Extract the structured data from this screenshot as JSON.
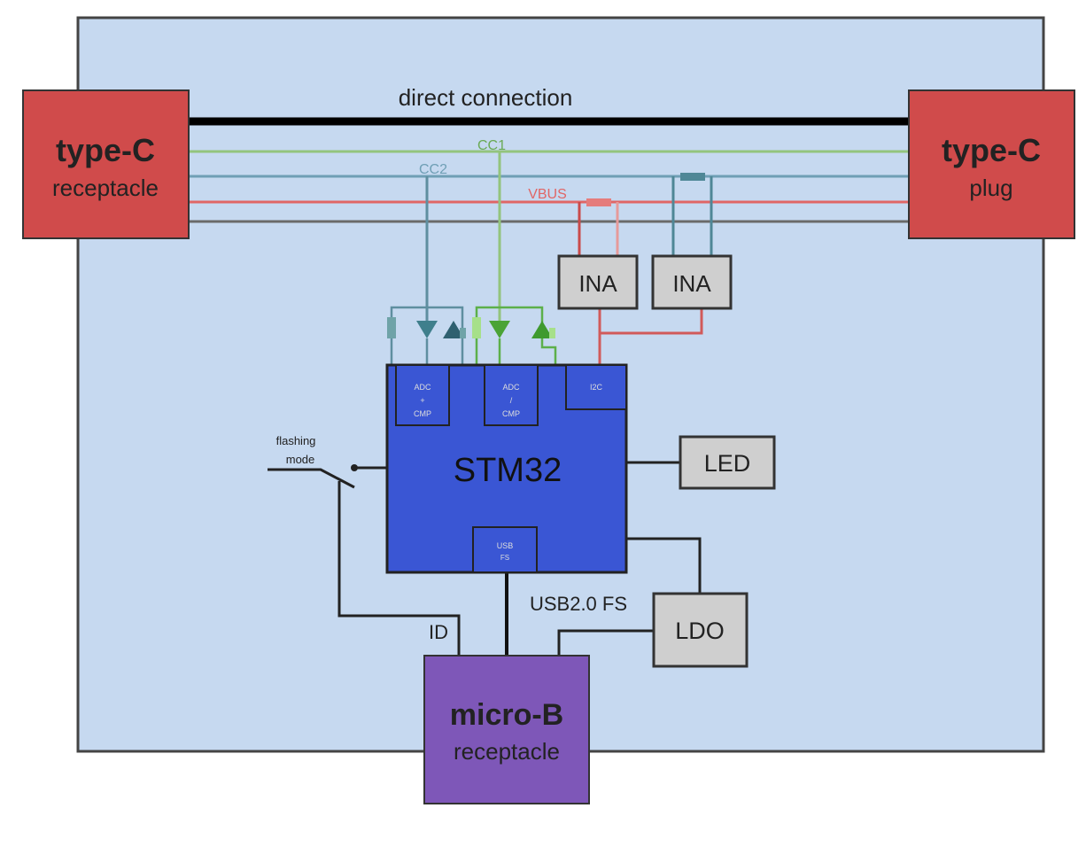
{
  "labels": {
    "direct_connection": "direct connection",
    "cc1": "CC1",
    "cc2": "CC2",
    "vbus": "VBUS",
    "usb": "USB2.0 FS",
    "id": "ID",
    "flashing_line1": "flashing",
    "flashing_line2": "mode"
  },
  "blocks": {
    "typec_receptacle": {
      "title": "type-C",
      "subtitle": "receptacle"
    },
    "typec_plug": {
      "title": "type-C",
      "subtitle": "plug"
    },
    "stm32": {
      "title": "STM32"
    },
    "microb": {
      "title": "micro-B",
      "subtitle": "receptacle"
    },
    "ina1": {
      "title": "INA"
    },
    "ina2": {
      "title": "INA"
    },
    "led": {
      "title": "LED"
    },
    "ldo": {
      "title": "LDO"
    },
    "adc1": {
      "line1": "ADC",
      "line2": "+",
      "line3": "CMP"
    },
    "adc2": {
      "line1": "ADC",
      "line2": "/",
      "line3": "CMP"
    },
    "i2c": {
      "title": "I2C"
    },
    "usb_block": {
      "line1": "USB",
      "line2": "FS"
    }
  },
  "colors": {
    "board": "#c6d9f0",
    "typec": "#d04b4b",
    "stm32": "#3a56d4",
    "microb": "#7e57b8",
    "gray_block": "#cfcfcf",
    "cc1_line": "#93c47d",
    "cc2_line": "#6f9fb5",
    "vbus_line": "#e06666",
    "dark_line": "#6a6a6a",
    "green_device": "#4aa336",
    "teal_device": "#3f7f8c"
  }
}
